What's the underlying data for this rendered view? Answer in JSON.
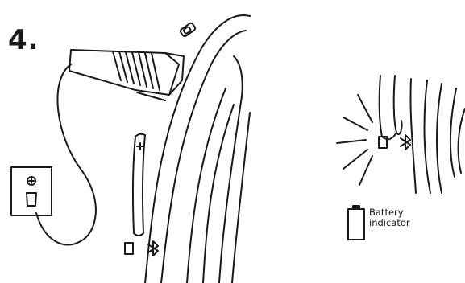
{
  "step": {
    "number": "4."
  },
  "callout": {
    "line1": "Battery",
    "line2": "indicator"
  },
  "icons": [
    "wall-outlet-icon",
    "charger-plug-icon",
    "battery-icon",
    "bluetooth-icon",
    "indicator-light-icon"
  ],
  "colors": {
    "ink": "#1a1a1a",
    "background": "#ffffff"
  }
}
